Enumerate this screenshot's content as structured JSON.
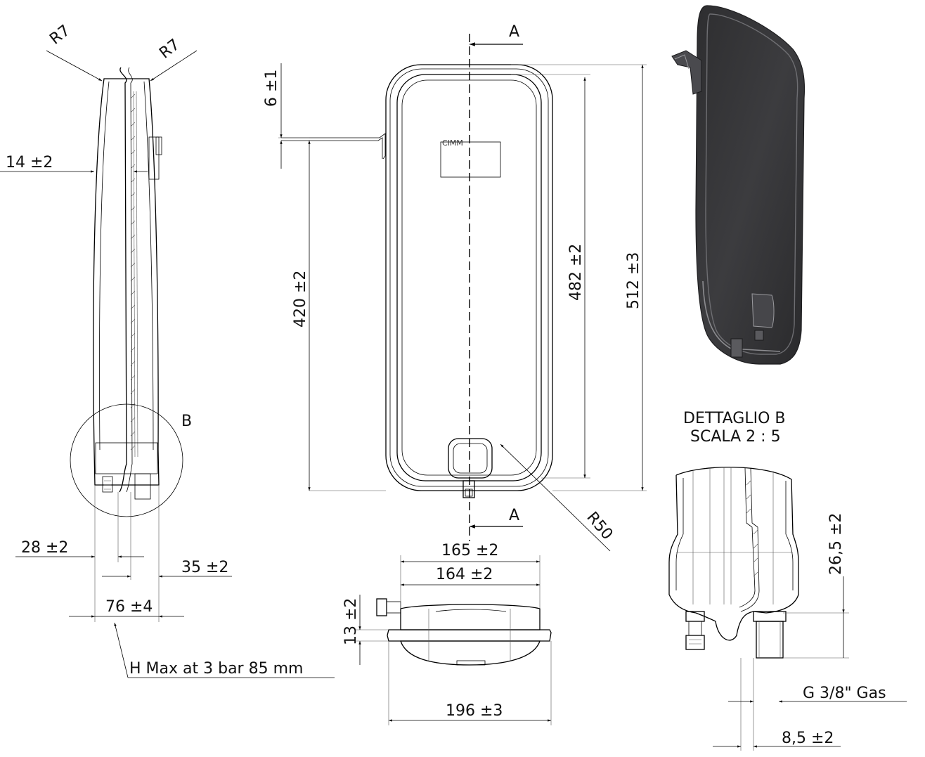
{
  "labels": {
    "radius_left": "R7",
    "radius_right": "R7",
    "dim_side_top_wall": "14 ±2",
    "detail_marker": "B",
    "dim_side_28": "28 ±2",
    "dim_side_35": "35 ±2",
    "dim_side_76": "76 ±4",
    "note_hmax": "H Max at 3 bar 85 mm",
    "section_a_top": "A",
    "section_a_bottom": "A",
    "dim_6": "6 ±1",
    "dim_420": "420 ±2",
    "dim_482": "482 ±2",
    "dim_512": "512 ±3",
    "radius_r50": "R50",
    "brand_tag": "CIMM",
    "dim_165": "165 ±2",
    "dim_164": "164 ±2",
    "dim_13": "13 ±2",
    "dim_196": "196 ±3",
    "detail_title": "DETTAGLIO B",
    "detail_scale": "SCALA 2 : 5",
    "dim_26_5": "26,5 ±2",
    "thread_note": "G 3/8\" Gas",
    "dim_8_5": "8,5 ±2"
  },
  "colors": {
    "line": "#000000",
    "render_dark": "#3a3a3c",
    "render_mid": "#5a5a5e",
    "render_light": "#8c8c90"
  }
}
